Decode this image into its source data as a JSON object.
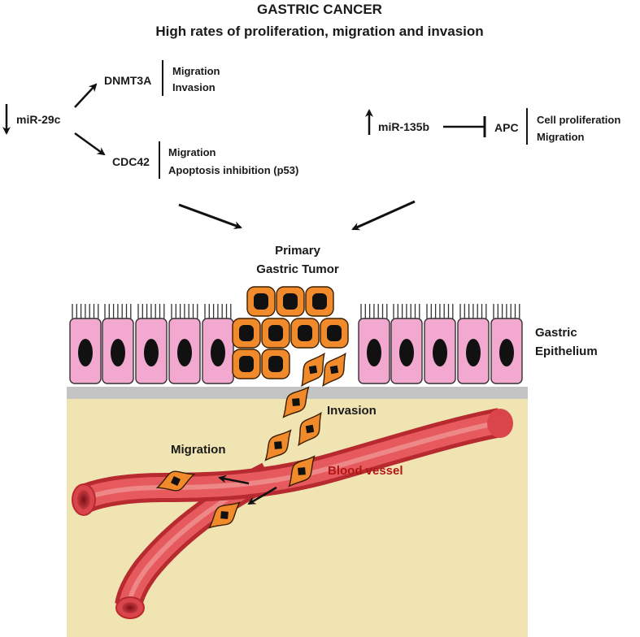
{
  "title": {
    "line1": "GASTRIC CANCER",
    "line2": "High rates of proliferation, migration and invasion"
  },
  "left_pathway": {
    "mirna": "miR-29c",
    "mirna_direction": "down",
    "targets": [
      {
        "name": "DNMT3A",
        "effects": [
          "Migration",
          "Invasion"
        ]
      },
      {
        "name": "CDC42",
        "effects": [
          "Migration",
          "Apoptosis inhibition (p53)"
        ]
      }
    ]
  },
  "right_pathway": {
    "mirna": "miR-135b",
    "mirna_direction": "up",
    "target": "APC",
    "effects": [
      "Cell proliferation",
      "Migration"
    ]
  },
  "tumor": {
    "line1": "Primary",
    "line2": "Gastric Tumor"
  },
  "epithelium": {
    "line1": "Gastric",
    "line2": "Epithelium"
  },
  "labels": {
    "invasion": "Invasion",
    "migration": "Migration",
    "blood_vessel": "Blood vessel"
  },
  "colors": {
    "epithelial_cell": "#f3a8cf",
    "tumor_cell": "#f08a2a",
    "nucleus": "#111111",
    "stroma": "#f1e4b3",
    "basement_membrane": "#c4c4c4",
    "vessel": "#d9454a",
    "vessel_label": "#b01818"
  }
}
